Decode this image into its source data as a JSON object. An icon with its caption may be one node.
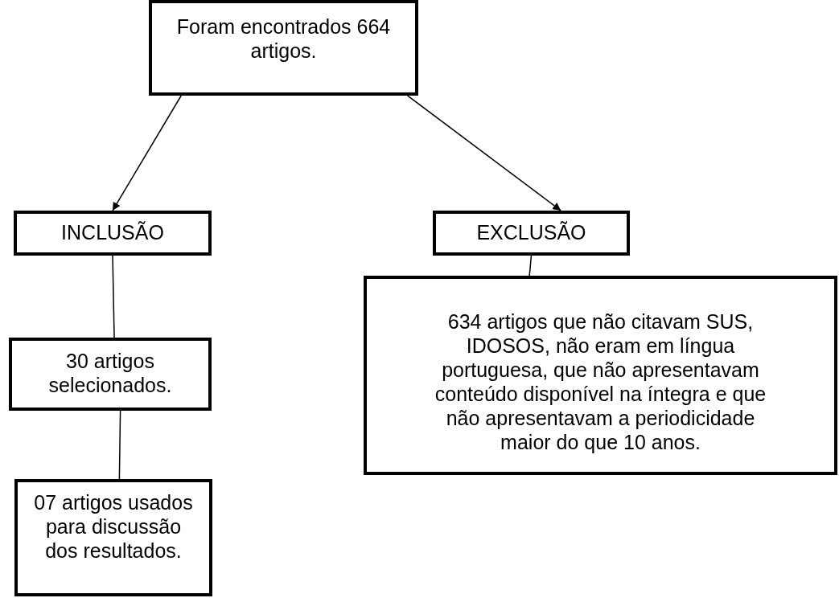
{
  "diagram": {
    "nodes": [
      {
        "text": [
          "Foram encontrados 664 artigos."
        ]
      },
      {
        "text": [
          "INCLUSÃO"
        ]
      },
      {
        "text": [
          "EXCLUSÃO"
        ]
      },
      {
        "text": [
          "30 artigos selecionados."
        ]
      },
      {
        "text": [
          "07 artigos usados para discussão dos resultados."
        ]
      },
      {
        "text": [
          "634 artigos que não citavam SUS, IDOSOS, não eram em língua portuguesa, que não apresentavam conteúdo disponível na íntegra e que não apresentavam a periodicidade maior do que 10 anos."
        ]
      }
    ],
    "edges": [
      {
        "from": 0,
        "to": 1,
        "arrow": "to"
      },
      {
        "from": 0,
        "to": 2,
        "arrow": "to"
      },
      {
        "from": 1,
        "to": 3,
        "arrow": "none"
      },
      {
        "from": 3,
        "to": 4,
        "arrow": "none"
      },
      {
        "from": 2,
        "to": 5,
        "arrow": "none"
      }
    ]
  }
}
